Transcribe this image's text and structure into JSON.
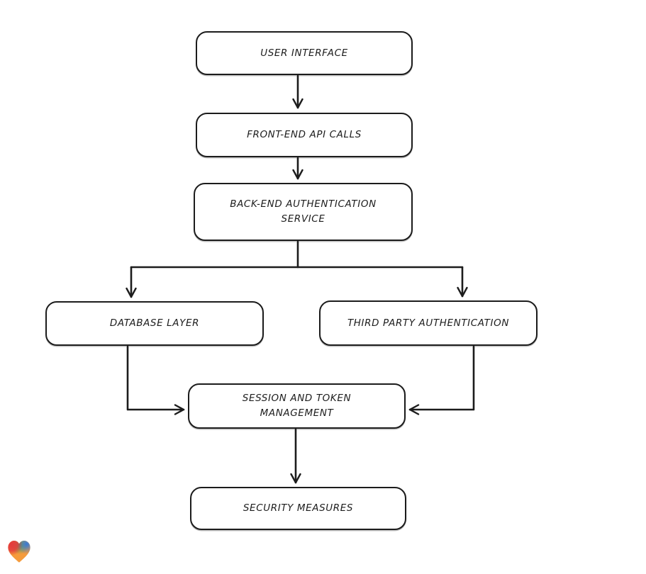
{
  "page": {
    "background": "#ffffff"
  },
  "diagram": {
    "type": "flowchart",
    "direction": "top-down",
    "nodes": [
      {
        "id": "user-interface",
        "label": "USER INTERFACE"
      },
      {
        "id": "front-end-api-calls",
        "label": "FRONT-END API CALLS"
      },
      {
        "id": "back-end-authentication-service",
        "label": "BACK-END AUTHENTICATION\nSERVICE"
      },
      {
        "id": "database-layer",
        "label": "DATABASE LAYER"
      },
      {
        "id": "third-party-authentication",
        "label": "THIRD PARTY AUTHENTICATION"
      },
      {
        "id": "session-and-token-management",
        "label": "SESSION AND TOKEN\nMANAGEMENT"
      },
      {
        "id": "security-measures",
        "label": "SECURITY MEASURES"
      }
    ],
    "edges": [
      {
        "from": "user-interface",
        "to": "front-end-api-calls"
      },
      {
        "from": "front-end-api-calls",
        "to": "back-end-authentication-service"
      },
      {
        "from": "back-end-authentication-service",
        "to": "database-layer"
      },
      {
        "from": "back-end-authentication-service",
        "to": "third-party-authentication"
      },
      {
        "from": "database-layer",
        "to": "session-and-token-management"
      },
      {
        "from": "third-party-authentication",
        "to": "session-and-token-management"
      },
      {
        "from": "session-and-token-management",
        "to": "security-measures"
      }
    ],
    "style": {
      "node_fill": "#ffffff",
      "stroke": "#1c1c1c",
      "text_color": "#1d1d1d"
    }
  },
  "branding": {
    "logo": "gradient-heart-logo",
    "colors": {
      "red": "#e43a3c",
      "green": "#3fa45f",
      "blue": "#3579d8",
      "orange": "#f59b3b"
    }
  }
}
